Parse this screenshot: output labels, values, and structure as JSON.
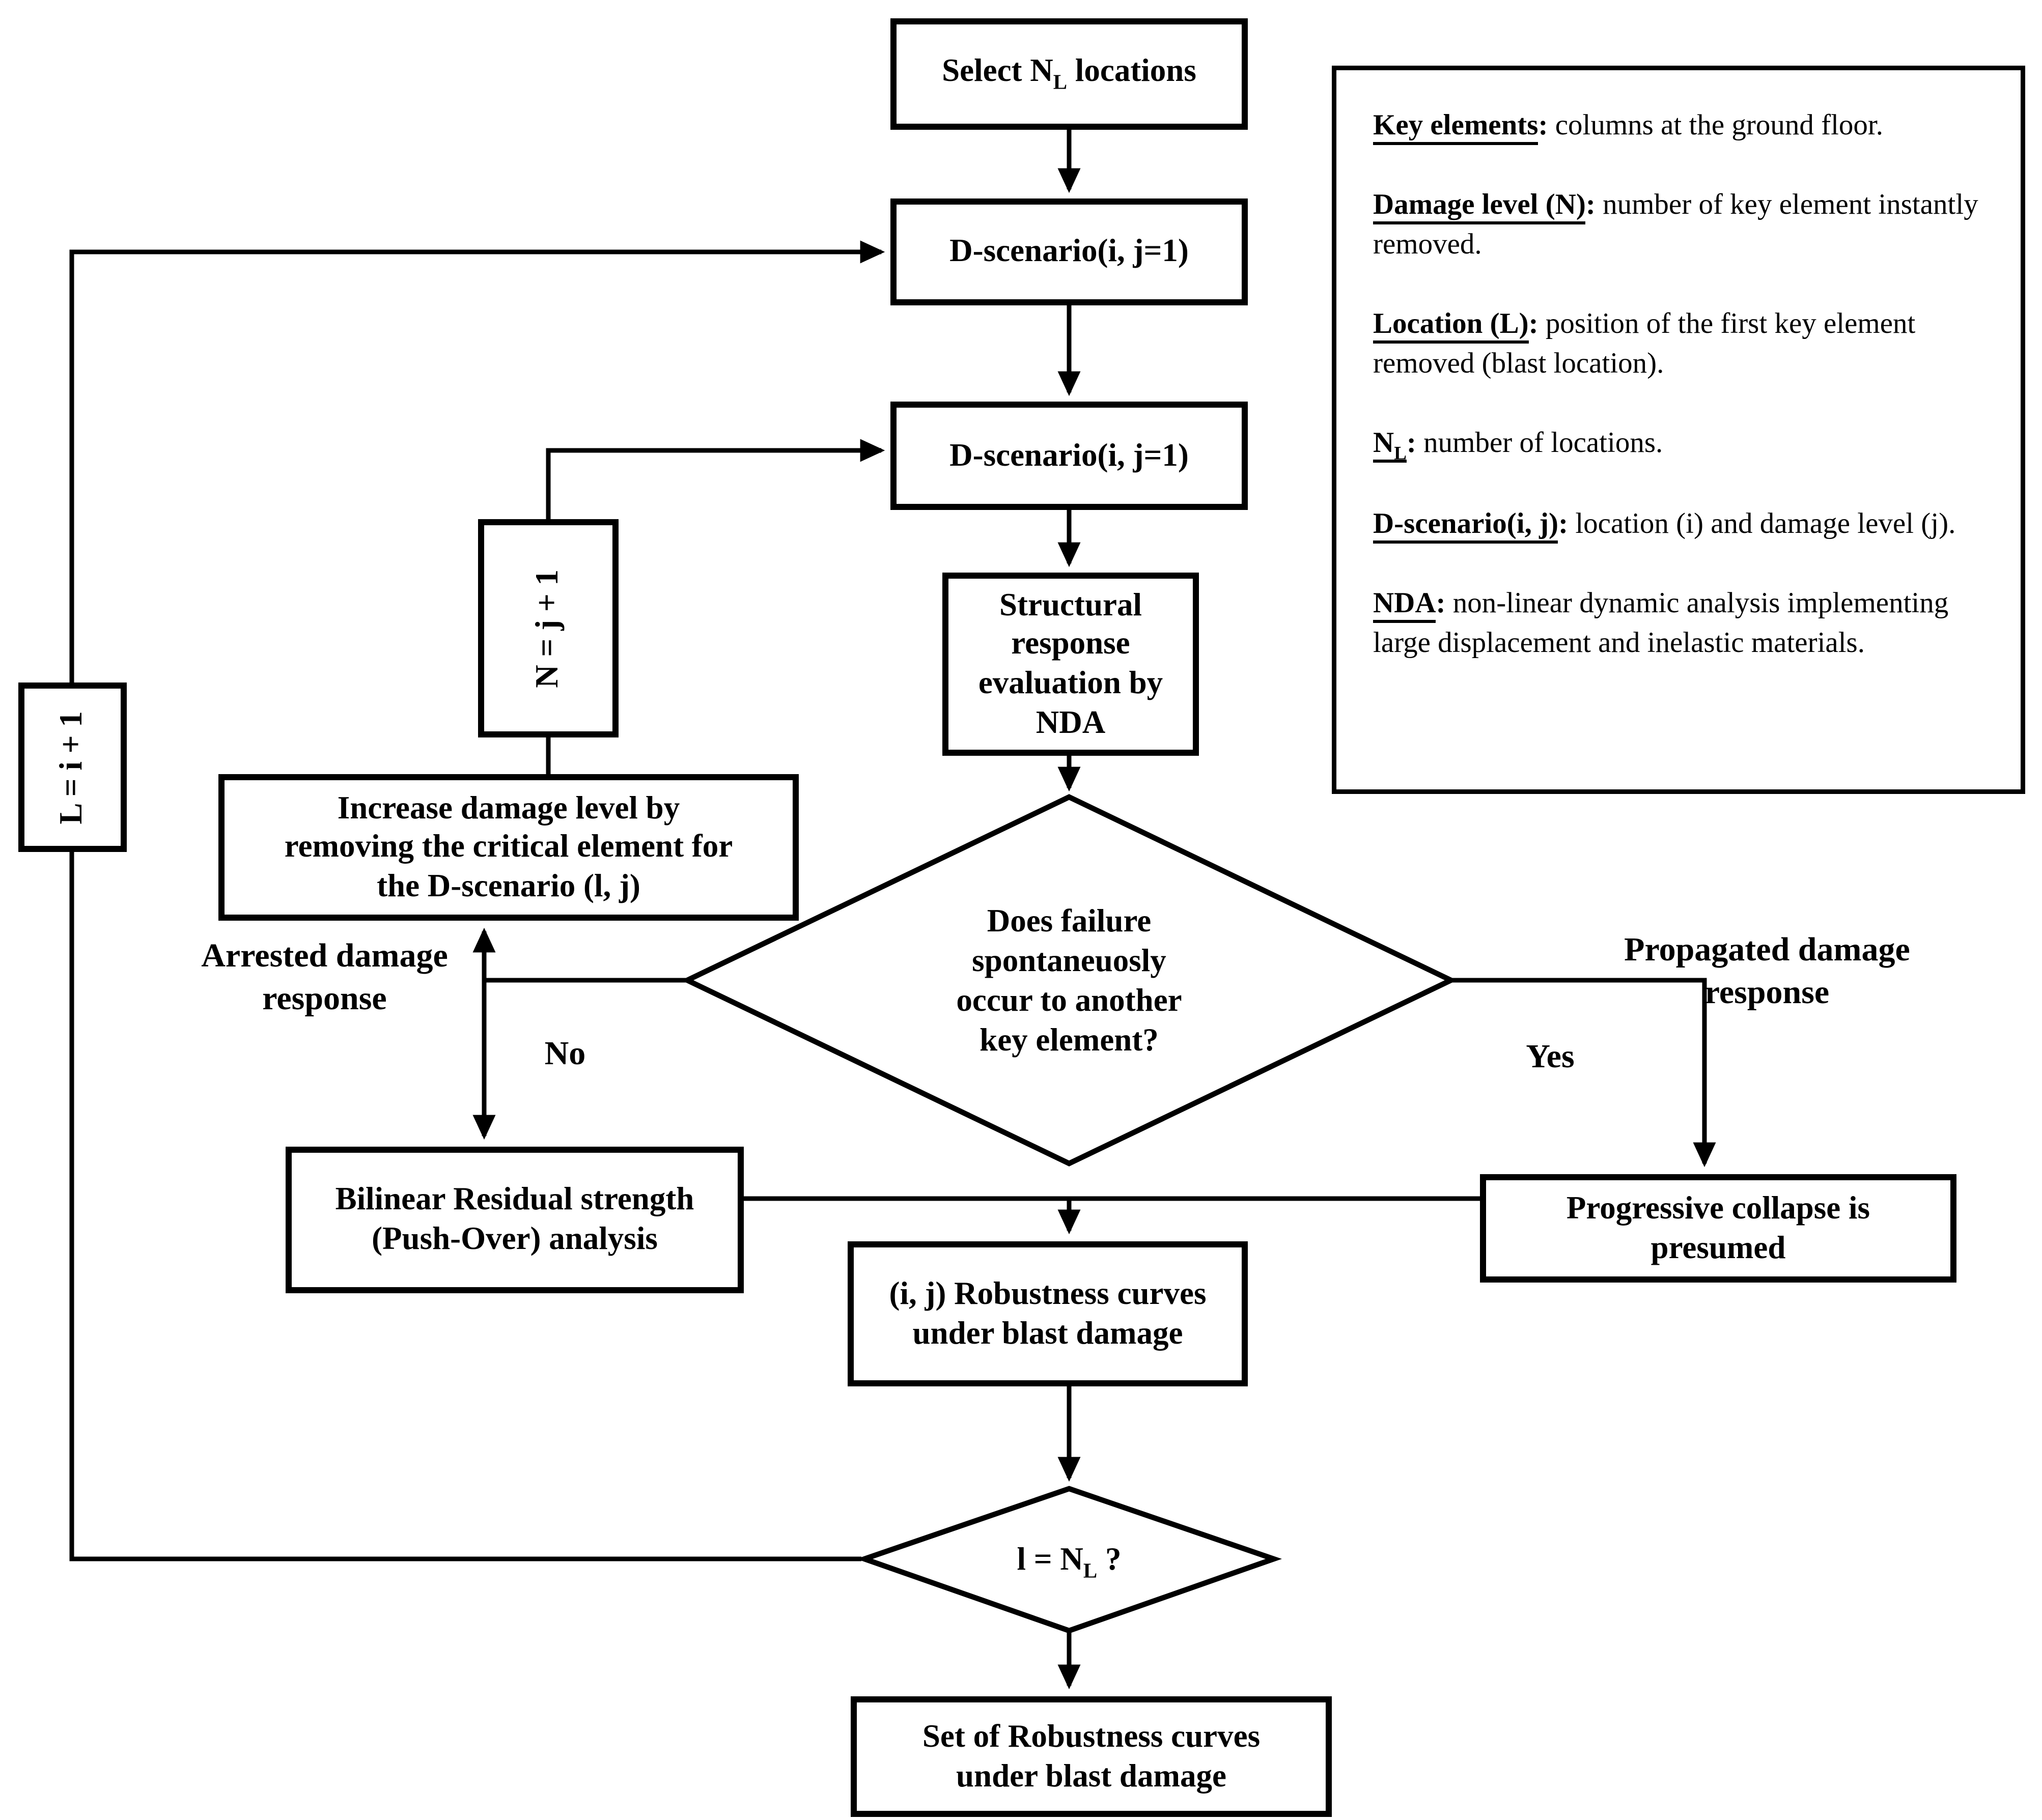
{
  "figure": {
    "description": "Flowchart: procedure to build robustness curves under blast damage",
    "background": "#ffffff"
  },
  "colors": {
    "line": "#000000",
    "node_border": "#000000",
    "text": "#000000",
    "node_fill": "#ffffff"
  },
  "nodes": {
    "select": {
      "pre": "Select N",
      "sub": "L",
      "post": " locations"
    },
    "d_scenario_1": "D-scenario(i, j=1)",
    "d_scenario_2": "D-scenario(i, j=1)",
    "nda_lines": [
      "Structural",
      "response",
      "evaluation by NDA"
    ],
    "n_increment": "N = j + 1",
    "l_increment": "L = i + 1",
    "increase_lines": [
      "Increase damage level by",
      "removing the critical element for",
      "the D-scenario (l, j)"
    ],
    "decision1_lines": [
      "Does failure",
      "spontaneuosly",
      "occur to another",
      "key element?"
    ],
    "bilinear_lines": [
      "Bilinear Residual strength",
      "(Push-Over) analysis"
    ],
    "progressive_lines": [
      "Progressive collapse is",
      "presumed"
    ],
    "robustness_lines": [
      "(i, j) Robustness curves",
      "under blast damage"
    ],
    "decision2": {
      "pre": "l = N",
      "sub": "L",
      "post": " ?"
    },
    "final_lines": [
      "Set of Robustness curves",
      "under blast damage"
    ]
  },
  "edge_labels": {
    "no": "No",
    "yes": "Yes",
    "arrested_lines": [
      "Arrested damage",
      "response"
    ],
    "propagated_lines": [
      "Propagated damage",
      "response"
    ]
  },
  "legend": {
    "items": [
      {
        "term_pre": "Key elements",
        "term_sub": "",
        "term_post": "",
        "sep": ":",
        "def": " columns at the ground floor."
      },
      {
        "term_pre": "Damage level (N)",
        "term_sub": "",
        "term_post": "",
        "sep": ":",
        "def": " number of key element instantly removed."
      },
      {
        "term_pre": "Location (L)",
        "term_sub": "",
        "term_post": "",
        "sep": ":",
        "def": " position of the first key element removed (blast location)."
      },
      {
        "term_pre": "N",
        "term_sub": "L",
        "term_post": "",
        "sep": ":",
        "def": " number of locations."
      },
      {
        "term_pre": "D-scenario(i, j)",
        "term_sub": "",
        "term_post": "",
        "sep": ":",
        "def": " location (i) and damage level (j)."
      },
      {
        "term_pre": "NDA",
        "term_sub": "",
        "term_post": "",
        "sep": ":",
        "def": " non-linear dynamic analysis implementing large displacement and inelastic materials."
      }
    ]
  }
}
